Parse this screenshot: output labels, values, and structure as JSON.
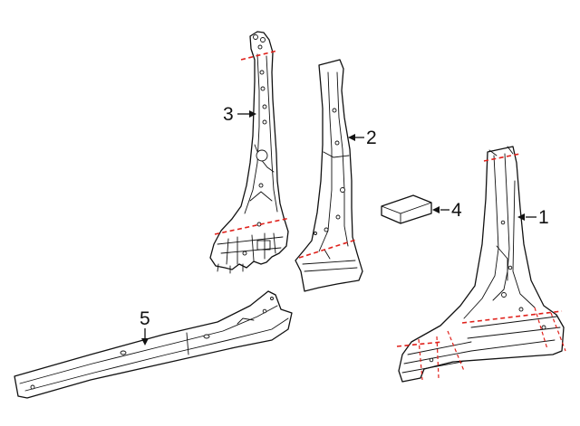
{
  "callouts": {
    "c1": "1",
    "c2": "2",
    "c3": "3",
    "c4": "4",
    "c5": "5"
  },
  "colors": {
    "outline": "#111111",
    "cut_line": "#e0211b",
    "background": "#ffffff"
  }
}
